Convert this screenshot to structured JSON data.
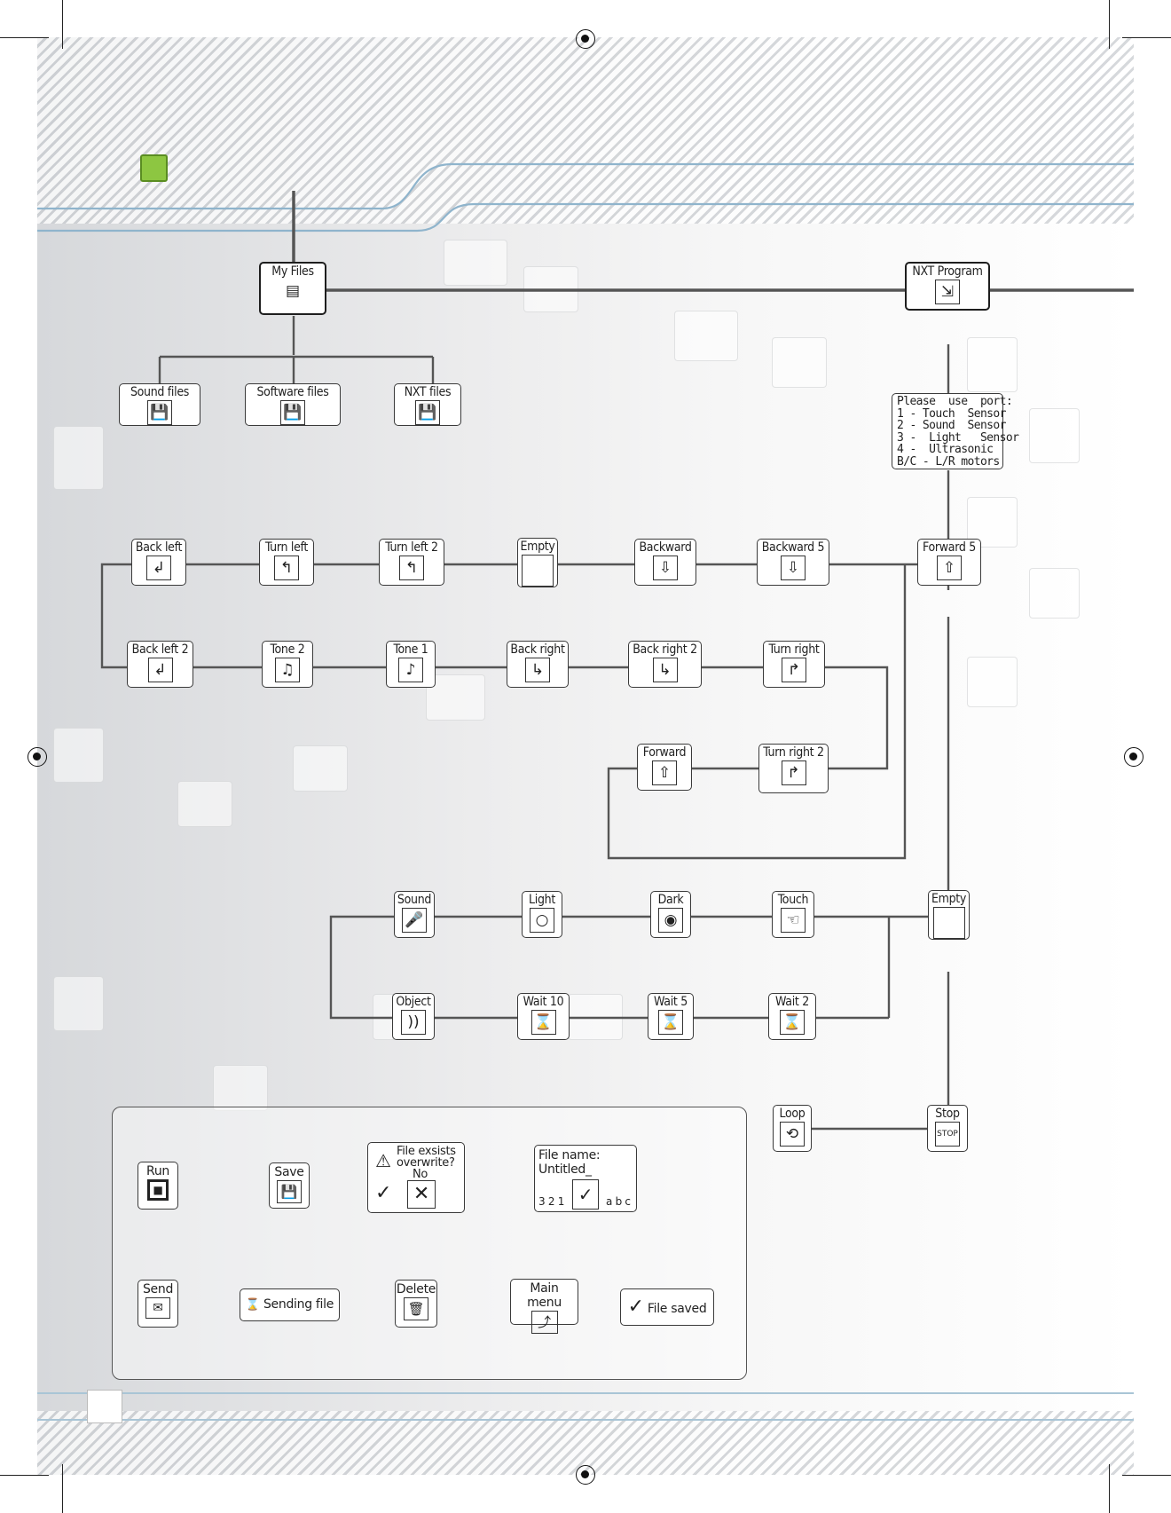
{
  "menu": {
    "my_files": "My Files",
    "sound_files": "Sound files",
    "software_files": "Software files",
    "nxt_files": "NXT files",
    "nxt_program": "NXT Program"
  },
  "port_note": [
    "Please  use  port:",
    "1 - Touch  Sensor",
    "2 - Sound  Sensor",
    "3 -  Light   Sensor",
    "4 -  Ultrasonic",
    "B/C - L/R motors"
  ],
  "moves": {
    "back_left": "Back left",
    "turn_left": "Turn left",
    "turn_left_2": "Turn left 2",
    "empty_1": "Empty",
    "backward": "Backward",
    "backward_5": "Backward 5",
    "forward_5": "Forward 5",
    "back_left_2": "Back left 2",
    "tone_2": "Tone  2",
    "tone_1": "Tone  1",
    "back_right": "Back right",
    "back_right_2": "Back right 2",
    "turn_right": "Turn right",
    "forward": "Forward",
    "turn_right_2": "Turn right 2"
  },
  "waits": {
    "sound": "Sound",
    "light": "Light",
    "dark": "Dark",
    "touch": "Touch",
    "empty_2": "Empty",
    "object": "Object",
    "wait_10": "Wait  10",
    "wait_5": "Wait  5",
    "wait_2": "Wait  2",
    "loop": "Loop",
    "stop": "Stop"
  },
  "legend": {
    "run": "Run",
    "save": "Save",
    "file_exists_1": "File exsists",
    "file_exists_2": "overwrite?",
    "no": "No",
    "file_name_1": "File name:",
    "file_name_2": "Untitled_",
    "file_name_digits": "3 2 1",
    "file_name_letters": "a b c",
    "send": "Send",
    "sending_file": "Sending file",
    "delete": "Delete",
    "main_menu": "Main menu",
    "file_saved": "File saved"
  },
  "icons": {
    "files": "stacked-files-icon",
    "floppy": "floppy-disk-icon",
    "program": "program-flow-icon",
    "arrow": "arrow-icon",
    "note": "music-note-icon",
    "hourglass": "hourglass-icon",
    "stop_sign": "stop-sign-icon",
    "loop": "loop-arrows-icon",
    "trash": "trash-icon",
    "check": "checkmark-icon",
    "cross": "cross-icon",
    "warning": "warning-icon"
  },
  "colors": {
    "accent_green": "#8dc641",
    "line": "#555555"
  }
}
